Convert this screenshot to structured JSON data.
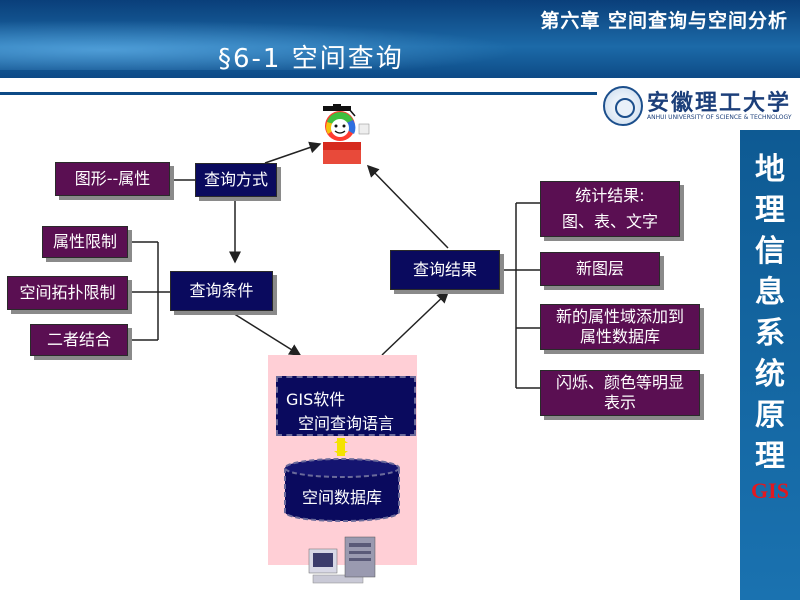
{
  "header": {
    "chapter": "第六章  空间查询与空间分析",
    "slide_title": "§6-1 空间查询"
  },
  "logo": {
    "name_cn": "安徽理工大学",
    "name_en": "ANHUI UNIVERSITY OF SCIENCE & TECHNOLOGY"
  },
  "sidebar": {
    "chars": [
      "地",
      "理",
      "信",
      "息",
      "系",
      "统",
      "原",
      "理"
    ],
    "gis": "GIS"
  },
  "diagram": {
    "graphic_attribute": "图形--属性",
    "query_method": "查询方式",
    "attr_limit": "属性限制",
    "spatial_topo_limit": "空间拓扑限制",
    "combined": "二者结合",
    "query_condition": "查询条件",
    "query_result": "查询结果",
    "stat_result_line1": "统计结果:",
    "stat_result_line2": "图、表、文字",
    "new_layer": "新图层",
    "new_attr_line1": "新的属性域添加到",
    "new_attr_line2": "属性数据库",
    "flash_line1": "闪烁、颜色等明显",
    "flash_line2": "表示",
    "gis_software": "GIS软件",
    "spatial_query_lang": "空间查询语言",
    "spatial_db": "空间数据库"
  },
  "colors": {
    "header_blue": "#1c6aa8",
    "dark_box": "#0a0a5e",
    "purple_box": "#5a0f52",
    "pink_panel": "#ffcfd6",
    "gis_red": "#e3181f"
  }
}
